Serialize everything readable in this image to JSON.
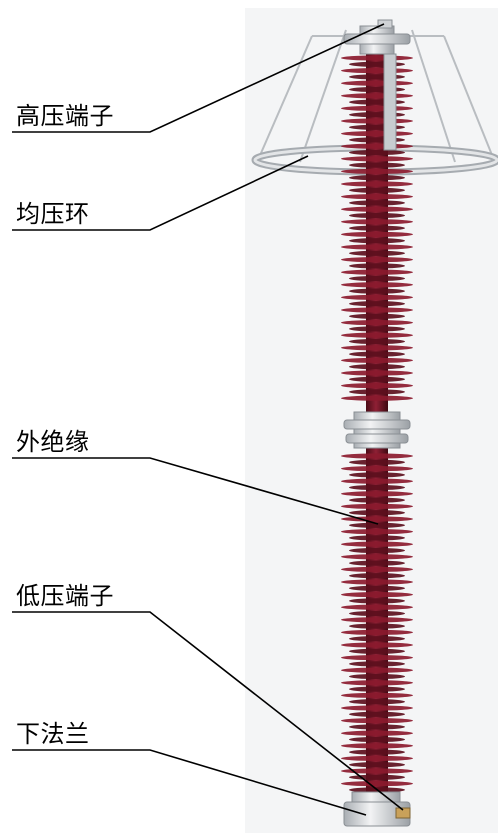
{
  "labels": {
    "high_voltage_terminal": "高压端子",
    "grading_ring": "均压环",
    "external_insulation": "外绝缘",
    "low_voltage_terminal": "低压端子",
    "lower_flange": "下法兰"
  },
  "colors": {
    "shed": "#8b1a2e",
    "shed_dark": "#5c0f1d",
    "core": "#6e1424",
    "metal": "#d7dade",
    "metal_dark": "#9aa0a6",
    "line": "#000000",
    "backdrop": "#f3f4f5"
  }
}
